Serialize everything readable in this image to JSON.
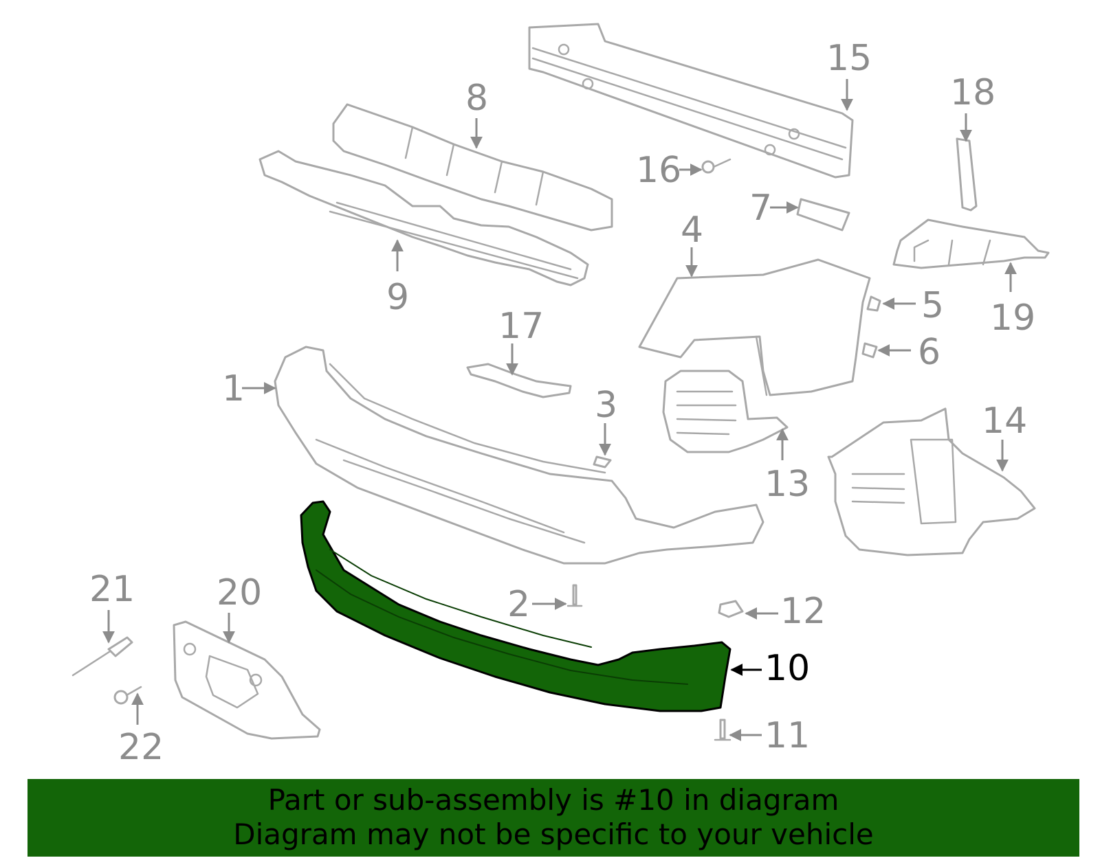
{
  "diagram": {
    "highlighted_part": "10",
    "highlight_color": "#136508",
    "part_color": "#a8a8a8",
    "callouts": [
      "1",
      "2",
      "3",
      "4",
      "5",
      "6",
      "7",
      "8",
      "9",
      "10",
      "11",
      "12",
      "13",
      "14",
      "15",
      "16",
      "17",
      "18",
      "19",
      "20",
      "21",
      "22"
    ]
  },
  "banner": {
    "line1": "Part or sub-assembly is #10 in diagram",
    "line2": "Diagram may not be specific to your vehicle",
    "background": "#136508"
  }
}
